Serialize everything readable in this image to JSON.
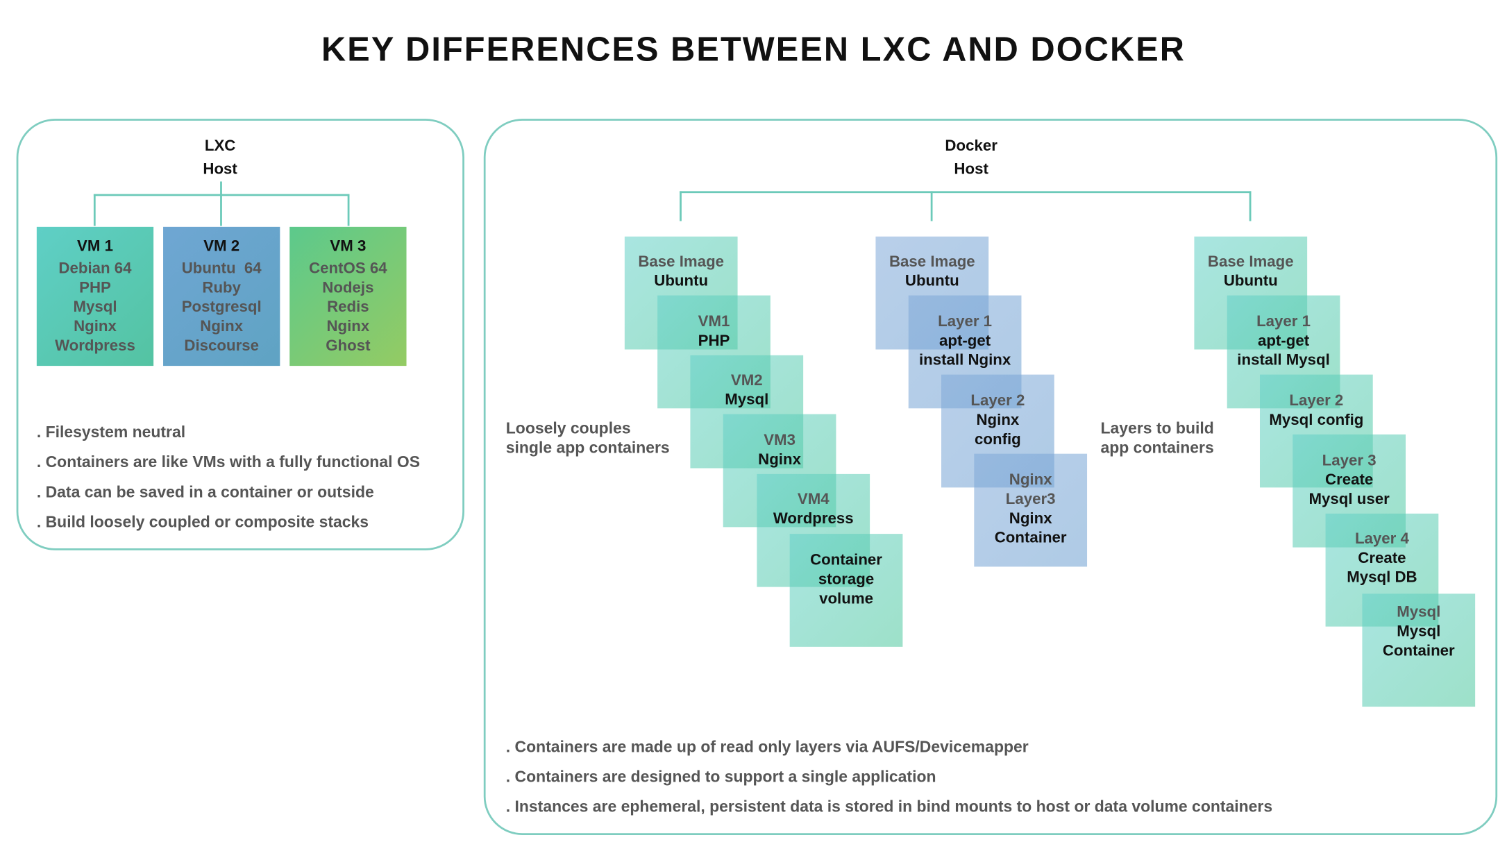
{
  "title": "KEY DIFFERENCES BETWEEN LXC AND DOCKER",
  "lxc": {
    "name": "LXC",
    "host": "Host",
    "vms": [
      {
        "title": "VM 1",
        "items": [
          "Debian 64",
          "PHP",
          "Mysql",
          "Nginx",
          "Wordpress"
        ],
        "color_start": "#5fcfc6",
        "color_end": "#54c3a2"
      },
      {
        "title": "VM 2",
        "items": [
          "Ubuntu  64",
          "Ruby",
          "Postgresql",
          "Nginx",
          "Discourse"
        ],
        "color_start": "#6fa6d3",
        "color_end": "#5fa3c3"
      },
      {
        "title": "VM 3",
        "items": [
          "CentOS 64",
          "Nodejs",
          "Redis",
          "Nginx",
          "Ghost"
        ],
        "color_start": "#5cc98c",
        "color_end": "#94cb63"
      }
    ],
    "bullets": [
      ". Filesystem neutral",
      ". Containers are like VMs with a fully functional OS",
      ". Data can be saved in a container or outside",
      ". Build loosely coupled or composite stacks"
    ]
  },
  "docker": {
    "name": "Docker",
    "host": "Host",
    "left_caption": [
      "Loosely couples",
      "single app containers"
    ],
    "mid_caption": [
      "Layers to build",
      "app containers"
    ],
    "stack1": [
      {
        "gray": "Base Image",
        "dark": [
          "Ubuntu"
        ]
      },
      {
        "gray": "VM1",
        "dark": [
          "PHP"
        ]
      },
      {
        "gray": "VM2",
        "dark": [
          "Mysql"
        ]
      },
      {
        "gray": "VM3",
        "dark": [
          "Nginx"
        ]
      },
      {
        "gray": "VM4",
        "dark": [
          "Wordpress"
        ]
      },
      {
        "gray": "",
        "dark": [
          "Container",
          "storage",
          "volume"
        ]
      }
    ],
    "stack2": [
      {
        "gray": "Base Image",
        "dark": [
          "Ubuntu"
        ]
      },
      {
        "gray": "Layer 1",
        "dark": [
          "apt-get",
          "install Nginx"
        ]
      },
      {
        "gray": "Layer 2",
        "dark": [
          "Nginx",
          "config"
        ]
      },
      {
        "gray": "Nginx",
        "gray2": "Layer3",
        "dark": [
          "Nginx",
          "Container"
        ]
      }
    ],
    "stack3": [
      {
        "gray": "Base Image",
        "dark": [
          "Ubuntu"
        ]
      },
      {
        "gray": "Layer 1",
        "dark": [
          "apt-get",
          "install Mysql"
        ]
      },
      {
        "gray": "Layer 2",
        "dark": [
          "Mysql config"
        ]
      },
      {
        "gray": "Layer 3",
        "dark": [
          "Create",
          "Mysql user"
        ]
      },
      {
        "gray": "Layer 4",
        "dark": [
          "Create",
          "Mysql DB"
        ]
      },
      {
        "gray": "Mysql",
        "dark": [
          "Mysql",
          "Container"
        ]
      }
    ],
    "bullets": [
      ". Containers are made up of read only layers via AUFS/Devicemapper",
      ". Containers are designed to support a single application",
      ". Instances are ephemeral, persistent data is stored in bind mounts to host or data volume containers"
    ]
  },
  "colors": {
    "accent": "#6ccab9",
    "teal": "#5fcfc6",
    "blue": "#6fa6d3",
    "green": "#5cc98c"
  }
}
